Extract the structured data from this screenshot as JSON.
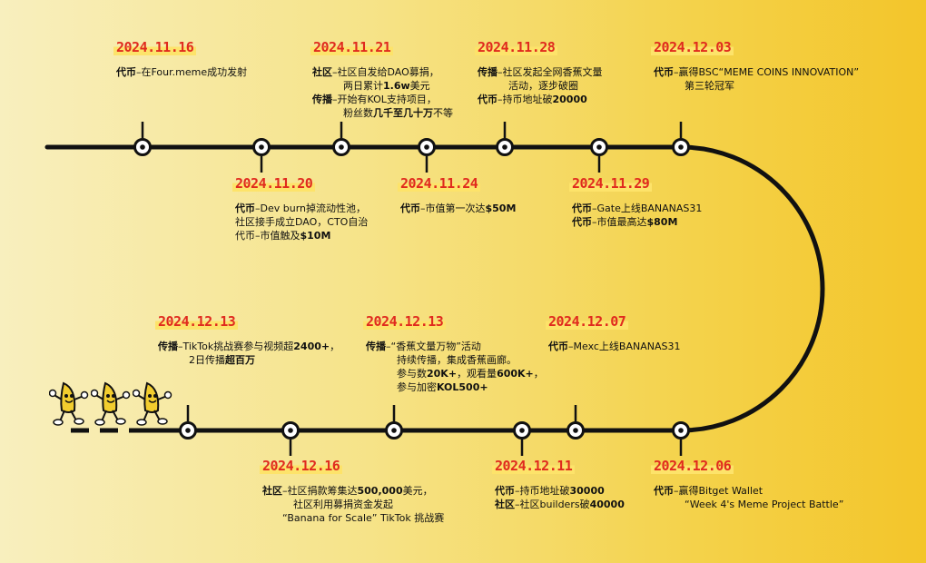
{
  "colors": {
    "date": "#e02a1e",
    "line": "#111111",
    "dot_fill": "#ffffff",
    "highlight": "#fde36a"
  },
  "events": {
    "e1": {
      "date": "2024.11.16",
      "l1_cat": "代币",
      "l1_text": "–在Four.meme成功发射"
    },
    "e2": {
      "date": "2024.11.20",
      "l1_cat": "代币",
      "l1_text": "–Dev burn掉流动性池，",
      "l2_text": "社区接手成立DAO，CTO自治",
      "l3_pre": "代币–市值触及",
      "l3_bold": "$10M"
    },
    "e3": {
      "date": "2024.11.21",
      "l1_cat": "社区",
      "l1_text": "–社区自发给DAO募捐，",
      "l2_pre": "两日累计",
      "l2_bold": "1.6w",
      "l2_post": "美元",
      "l3_cat": "传播",
      "l3_text": "–开始有KOL支持项目，",
      "l4_pre": "粉丝数",
      "l4_bold": "几千至几十万",
      "l4_post": "不等"
    },
    "e4": {
      "date": "2024.11.24",
      "l1_cat": "代币",
      "l1_text": "–市值第一次达",
      "l1_bold": "$50M"
    },
    "e5": {
      "date": "2024.11.28",
      "l1_cat": "传播",
      "l1_text": "–社区发起全网香蕉文量",
      "l2_text": "活动，逐步破圈",
      "l3_cat": "代币",
      "l3_text": "–持币地址破",
      "l3_bold": "20000"
    },
    "e6": {
      "date": "2024.11.29",
      "l1_cat": "代币",
      "l1_text": "–Gate上线BANANAS31",
      "l2_cat": "代币",
      "l2_text": "–市值最高达",
      "l2_bold": "$80M"
    },
    "e7": {
      "date": "2024.12.03",
      "l1_cat": "代币",
      "l1_text": "–赢得BSC“MEME COINS INNOVATION”",
      "l2_text": "第三轮冠军"
    },
    "e8": {
      "date": "2024.12.06",
      "l1_cat": "代币",
      "l1_text": "–赢得Bitget Wallet",
      "l2_text": "“Week 4's Meme Project Battle”"
    },
    "e9": {
      "date": "2024.12.07",
      "l1_cat": "代币",
      "l1_text": "–Mexc上线BANANAS31"
    },
    "e10": {
      "date": "2024.12.11",
      "l1_cat": "代币",
      "l1_text": "–持币地址破",
      "l1_bold": "30000",
      "l2_cat": "社区",
      "l2_text": "–社区builders破",
      "l2_bold": "40000"
    },
    "e11": {
      "date": "2024.12.13",
      "l1_cat": "传播",
      "l1_text": "–“香蕉文量万物”活动",
      "l2_text": "持续传播，集成香蕉画廊。",
      "l3_pre": "参与数",
      "l3_bold": "20K+",
      "l3_mid": "，观看量",
      "l3_bold2": "600K+",
      "l3_post": "，",
      "l4_pre": "参与加密",
      "l4_bold": "KOL500+"
    },
    "e12": {
      "date": "2024.12.16",
      "l1_cat": "社区",
      "l1_text": "–社区捐款筹集达",
      "l1_bold": "500,000",
      "l1_post": "美元，",
      "l2_text": "社区利用募捐资金发起",
      "l3_text": "“Banana for Scale” TikTok 挑战赛"
    },
    "e13": {
      "date": "2024.12.13",
      "l1_cat": "传播",
      "l1_text": "–TikTok挑战赛参与视频超",
      "l1_bold": "2400+",
      "l1_post": "，",
      "l2_pre": "2日传播",
      "l2_bold": "超百万"
    }
  }
}
